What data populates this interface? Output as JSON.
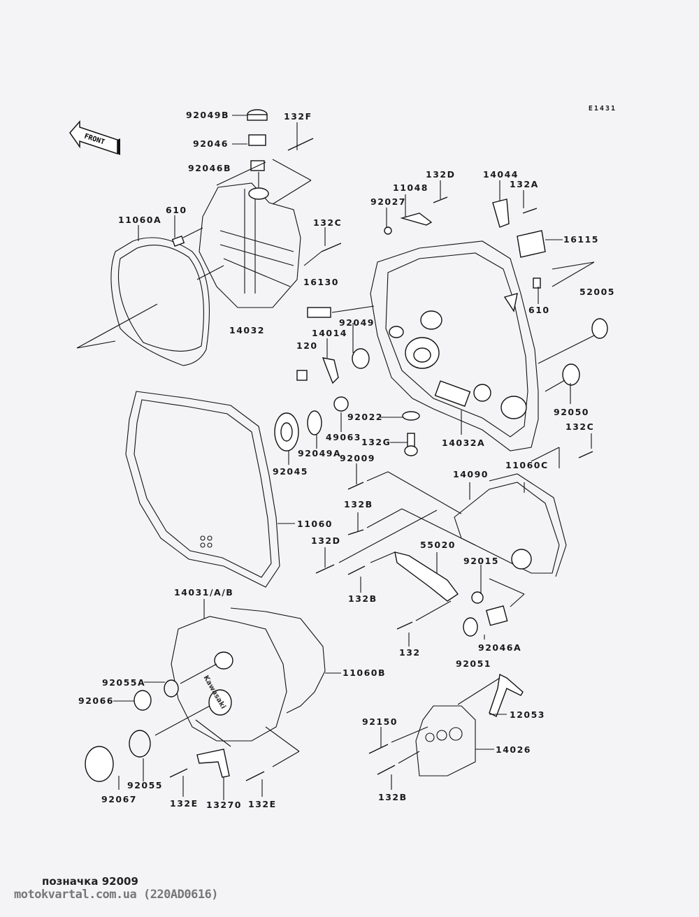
{
  "diagram": {
    "code": "E1431",
    "front_label": "FRONT",
    "brand_mark": "Kawasaki",
    "labels": {
      "p92049B": "92049B",
      "p92046": "92046",
      "p132F": "132F",
      "p92046B": "92046B",
      "p11060A": "11060A",
      "p610a": "610",
      "p132C_a": "132C",
      "p16130": "16130",
      "p14032": "14032",
      "p132D_a": "132D",
      "p11048": "11048",
      "p92027": "92027",
      "p14044": "14044",
      "p132A": "132A",
      "p16115": "16115",
      "p610b": "610",
      "p52005": "52005",
      "p92049": "92049",
      "p14014": "14014",
      "p120": "120",
      "p92050": "92050",
      "p132C_b": "132C",
      "p92022": "92022",
      "p14032A": "14032A",
      "p49063": "49063",
      "p132G": "132G",
      "p92045": "92045",
      "p92049A": "92049A",
      "p92009": "92009",
      "p14090": "14090",
      "p11060C": "11060C",
      "p132B_a": "132B",
      "p11060": "11060",
      "p132D_b": "132D",
      "p55020": "55020",
      "p92015": "92015",
      "p132B_b": "132B",
      "p132": "132",
      "p92046A": "92046A",
      "p14031": "14031/A/B",
      "p92051": "92051",
      "p92055A": "92055A",
      "p11060B": "11060B",
      "p92066": "92066",
      "p12053": "12053",
      "p92150": "92150",
      "p14026": "14026",
      "p92055": "92055",
      "p132B_c": "132B",
      "p92067": "92067",
      "p132E_a": "132E",
      "p13270": "13270",
      "p132E_b": "132E"
    }
  },
  "footer": {
    "designation": "позначка 92009",
    "source": "motokvartal.com.ua (220AD0616)"
  },
  "colors": {
    "background": "#f4f4f6",
    "line": "#111111",
    "source_text": "#777777"
  }
}
